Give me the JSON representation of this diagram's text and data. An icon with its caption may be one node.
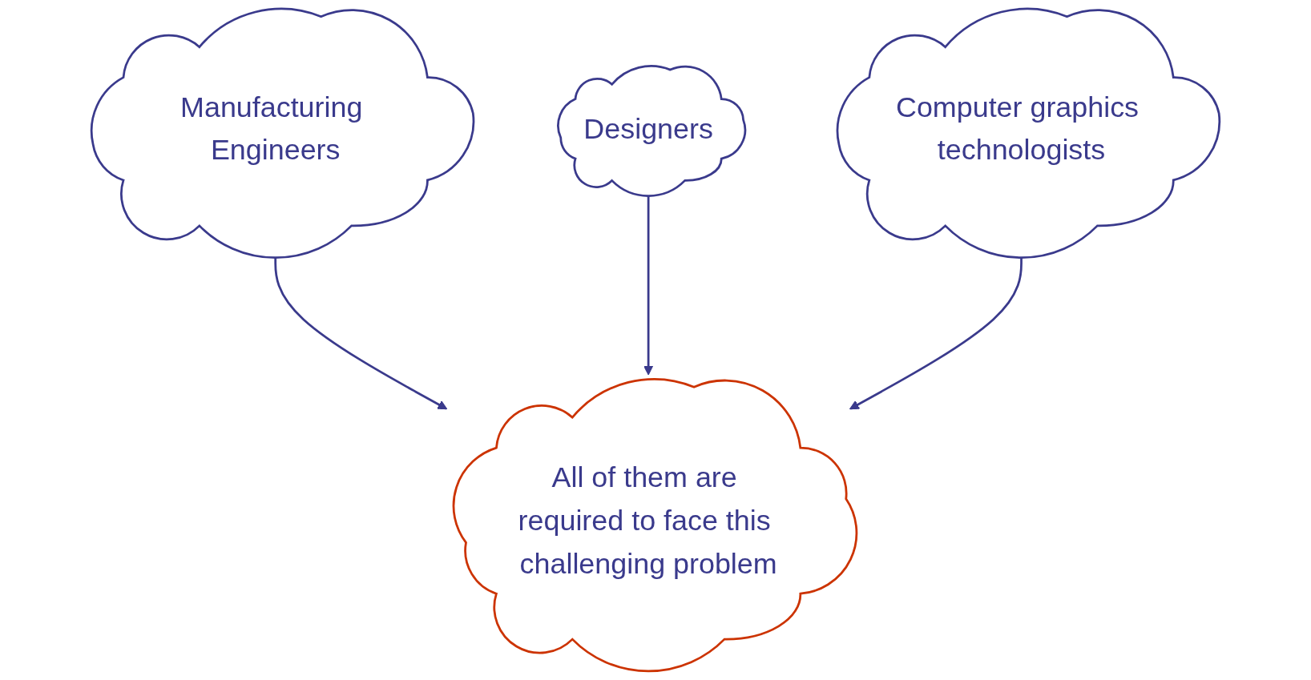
{
  "diagram": {
    "nodes": [
      {
        "text": [
          "Designers"
        ]
      },
      {
        "text": [
          "Manufacturing Engineers"
        ]
      },
      {
        "text": [
          "Computer graphics technologists"
        ]
      },
      {
        "text": [
          "All of them are required to face this challenging problem"
        ]
      }
    ],
    "edges": [
      {
        "from": 1,
        "to": 3,
        "arrow": "to"
      },
      {
        "from": 0,
        "to": 3,
        "arrow": "to"
      },
      {
        "from": 2,
        "to": 3,
        "arrow": "to"
      }
    ]
  }
}
